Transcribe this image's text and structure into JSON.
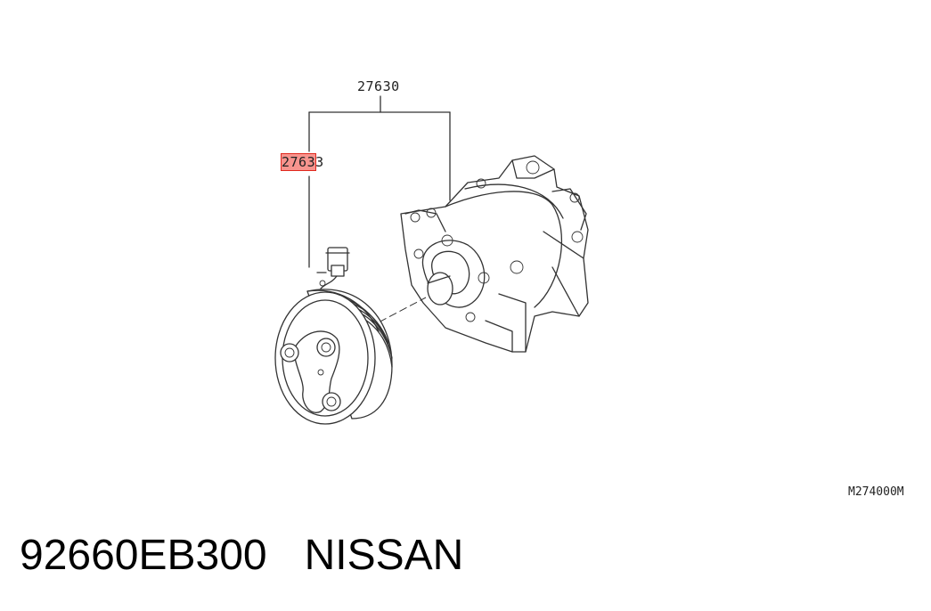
{
  "diagram": {
    "callouts": [
      {
        "id": "callout-main",
        "label": "27630"
      },
      {
        "id": "callout-sub",
        "highlighted": "2763",
        "rest": "3"
      }
    ],
    "highlight_color": "#e0281e",
    "diagram_code": "M274000M"
  },
  "footer": {
    "part_number": "92660EB300",
    "brand": "NISSAN"
  }
}
